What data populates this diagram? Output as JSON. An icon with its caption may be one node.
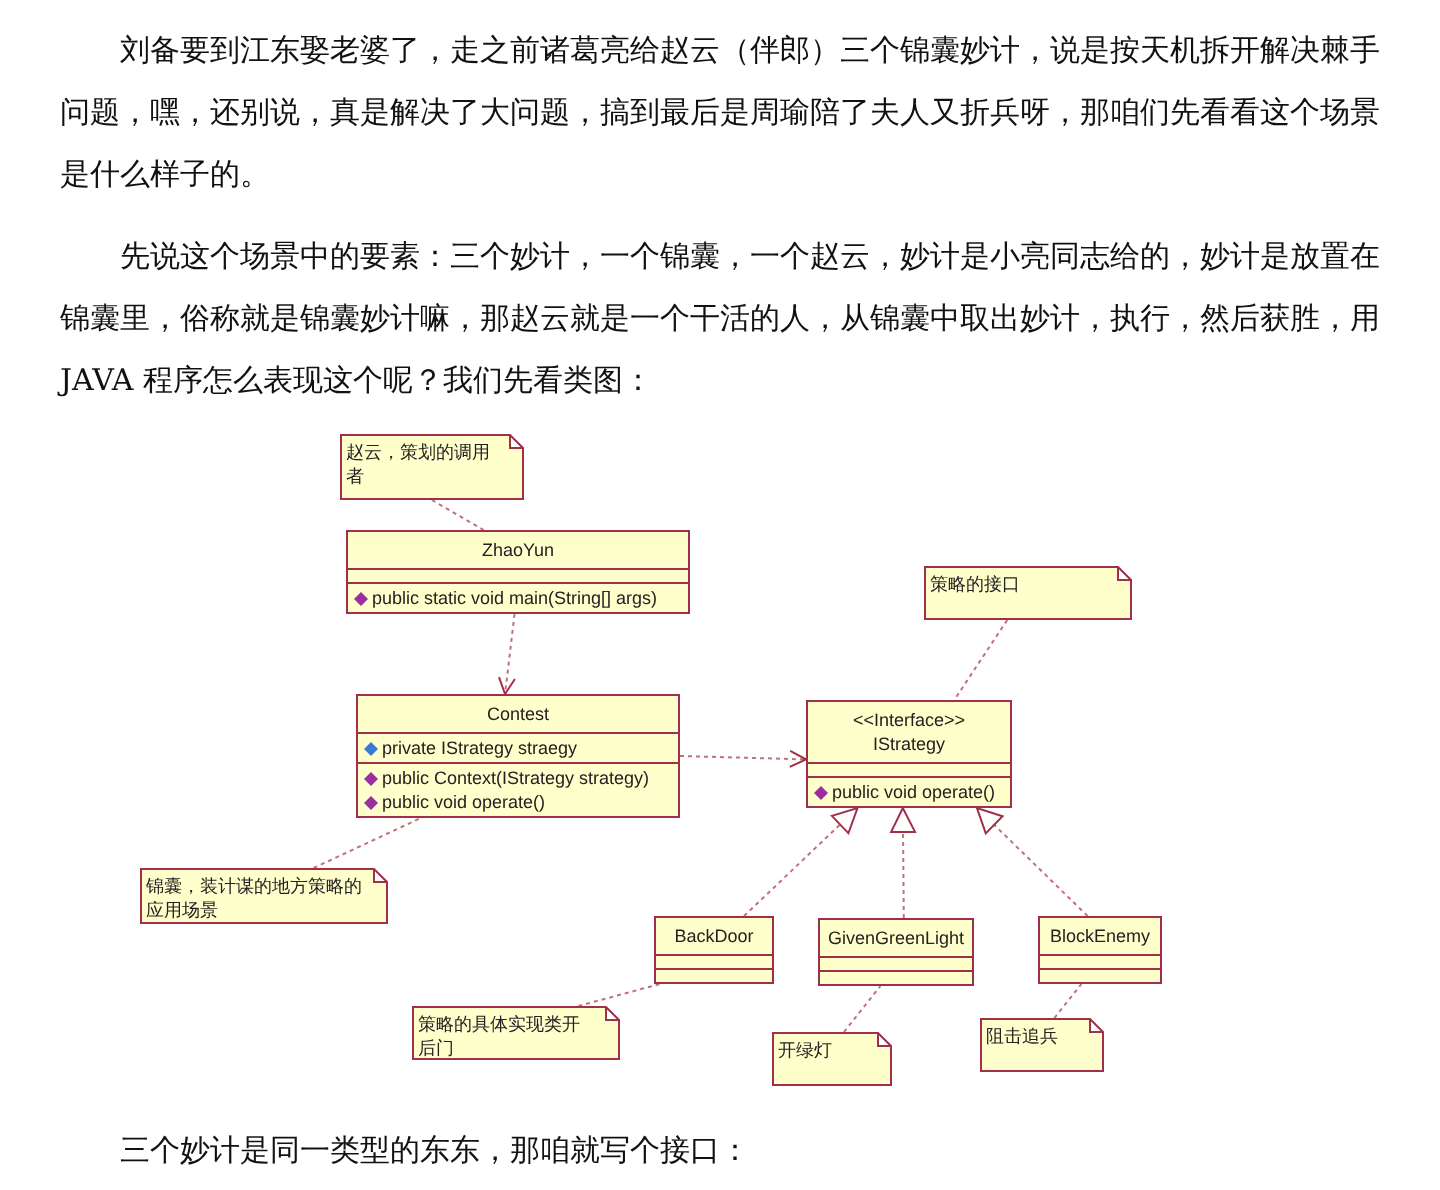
{
  "diagram": {
    "nodes": [
      {
        "text": [
          "赵云，策划的调用者"
        ]
      },
      {
        "text": [
          "ZhaoYun",
          "public static void main(String[] args)"
        ]
      },
      {
        "text": [
          "Contest",
          "private IStrategy straegy",
          "public Context(IStrategy strategy)",
          "public void operate()"
        ]
      },
      {
        "text": [
          "策略的接口"
        ]
      },
      {
        "text": [
          "<<Interface>>",
          "IStrategy",
          "public void operate()"
        ]
      },
      {
        "text": [
          "锦囊，装计谋的地方策略的应用场景"
        ]
      },
      {
        "text": [
          "BackDoor"
        ]
      },
      {
        "text": [
          "GivenGreenLight"
        ]
      },
      {
        "text": [
          "BlockEnemy"
        ]
      },
      {
        "text": [
          "策略的具体实现类开后门"
        ]
      },
      {
        "text": [
          "开绿灯"
        ]
      },
      {
        "text": [
          "阻击追兵"
        ]
      }
    ],
    "edges": [
      {
        "from": 0,
        "to": 1,
        "arrow": "none",
        "style": "dashed"
      },
      {
        "from": 1,
        "to": 2,
        "arrow": "to",
        "style": "dashed"
      },
      {
        "from": 2,
        "to": 4,
        "arrow": "to",
        "style": "dashed"
      },
      {
        "from": 3,
        "to": 4,
        "arrow": "none",
        "style": "dashed"
      },
      {
        "from": 5,
        "to": 2,
        "arrow": "none",
        "style": "dashed"
      },
      {
        "from": 6,
        "to": 4,
        "arrow": "to",
        "style": "dashed"
      },
      {
        "from": 7,
        "to": 4,
        "arrow": "to",
        "style": "dashed"
      },
      {
        "from": 8,
        "to": 4,
        "arrow": "to",
        "style": "dashed"
      },
      {
        "from": 9,
        "to": 6,
        "arrow": "none",
        "style": "dashed"
      },
      {
        "from": 10,
        "to": 7,
        "arrow": "none",
        "style": "dashed"
      },
      {
        "from": 11,
        "to": 8,
        "arrow": "none",
        "style": "dashed"
      }
    ],
    "labels": [
      "刘备要到江东娶老婆了，走之前诸葛亮给赵云（伴郎）三个锦囊妙计，说是按天机拆开解决棘手问题，嘿，还别说，真是解决了大问题，搞到最后是周瑜陪了夫人又折兵呀，那咱们先看看这个场景是什么样子的。",
      "先说这个场景中的要素：三个妙计，一个锦囊，一个赵云，妙计是小亮同志给的，妙计是放置在锦囊里，俗称就是锦囊妙计嘛，那赵云就是一个干活的人，从锦囊中取出妙计，执行，然后获胜，用 JAVA 程序怎么表现这个呢？我们先看类图：",
      "三个妙计是同一类型的东东，那咱就写个接口："
    ]
  }
}
